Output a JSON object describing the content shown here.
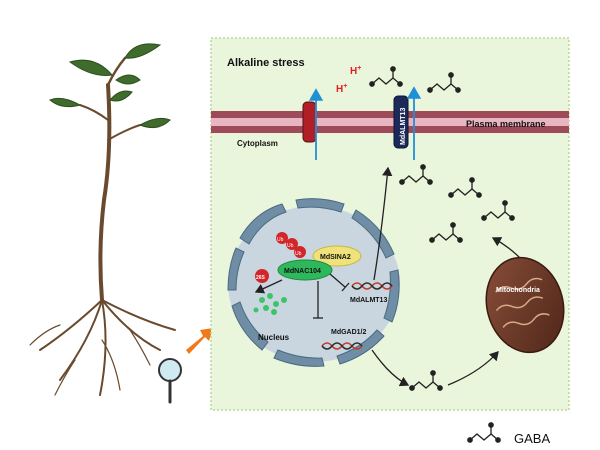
{
  "labels": {
    "stress": "Alkaline stress",
    "proton": "H",
    "proton_sup": "+",
    "membrane": "Plasma membrane",
    "cytoplasm": "Cytoplasm",
    "transporter": "MdALMT13",
    "sina2": "MdSINA2",
    "nac104": "MdNAC104",
    "ub": "Ub",
    "degradation": "26S",
    "almt13_gene": "MdALMT13",
    "gad_gene": "MdGAD1/2",
    "nucleus": "Nucleus",
    "mitochondria": "Mitochondria",
    "legend": "GABA"
  },
  "colors": {
    "panel_bg": "#eaf6dc",
    "panel_border": "#b9d89a",
    "membrane": "#9e4a58",
    "membrane_stripe": "#e8b5c2",
    "nucleus": "#c9d6df",
    "envelope": "#5d7b92",
    "proton": "#e02020",
    "sina2": "#efe27a",
    "nac104": "#2fb75c",
    "ub": "#d3262b",
    "dna_a": "#c0392b",
    "dna_b": "#2c2c2c",
    "mito": "#6b3a2a",
    "arrow_orange": "#f07a1a",
    "channel_blue": "#1f8fd6"
  }
}
